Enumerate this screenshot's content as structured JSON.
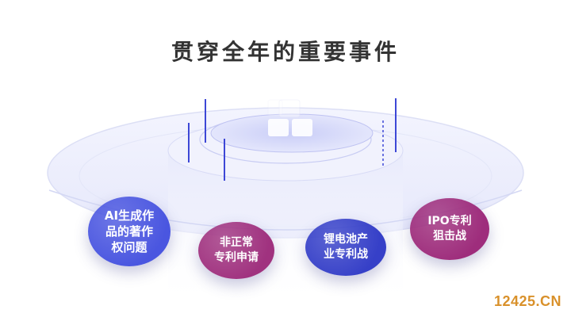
{
  "title": "贯穿全年的重要事件",
  "events": [
    {
      "label": "AI生成作\n品的著作\n权问题",
      "color": "#4a56e0"
    },
    {
      "label": "非正常\n专利申请",
      "color": "#a0327f"
    },
    {
      "label": "锂电池产\n业专利战",
      "color": "#3640c8"
    },
    {
      "label": "IPO专利\n狙击战",
      "color": "#9e2d7c"
    }
  ],
  "watermark": {
    "text": "12425.CN",
    "color": "#d9912b"
  }
}
